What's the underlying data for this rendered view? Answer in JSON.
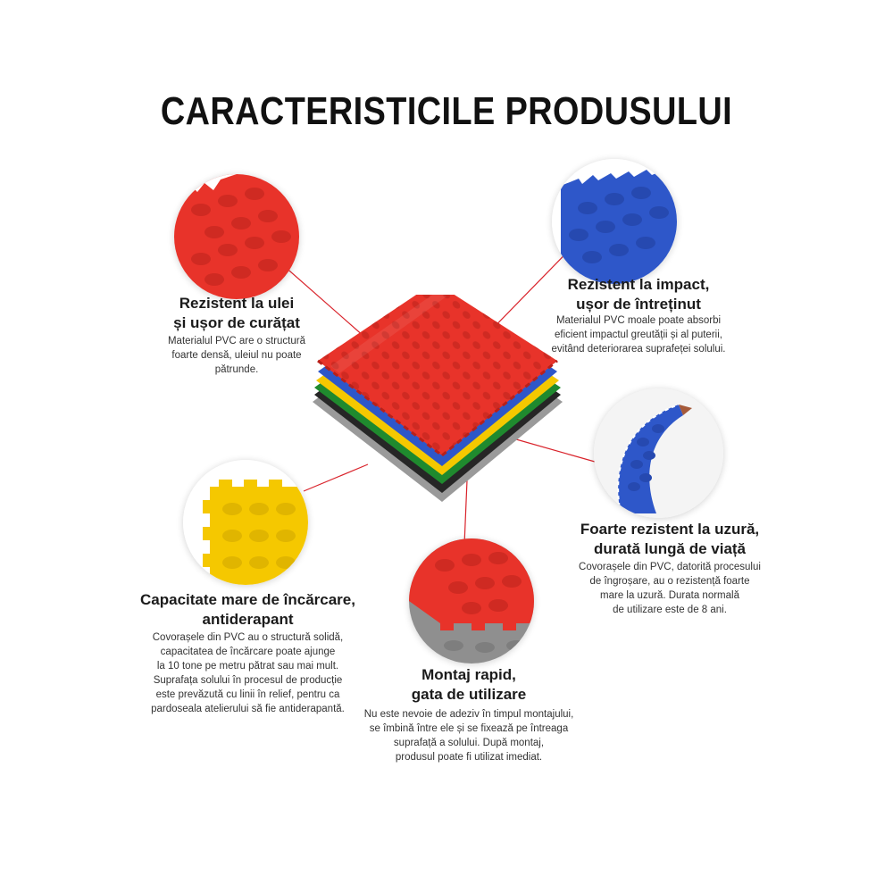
{
  "title": "CARACTERISTICILE PRODUSULUI",
  "features": [
    {
      "heading": "Rezistent la ulei\nși ușor de curățat",
      "body": "Materialul PVC are o structură\nfoarte densă, uleiul nu poate\npătrunde.",
      "color": "#e8332a"
    },
    {
      "heading": "Rezistent la impact,\nușor de întreținut",
      "body": "Materialul PVC moale poate absorbi\neficient impactul greutății și al puterii,\nevitând deteriorarea suprafeței solului.",
      "color": "#2e57c9"
    },
    {
      "heading": "Foarte rezistent la uzură,\ndurată lungă de viață",
      "body": "Covorașele din PVC, datorită procesului\nde îngroșare, au o rezistență foarte\nmare la uzură. Durata normală\nde utilizare este de 8 ani.",
      "color": "#2f5cc4"
    },
    {
      "heading": "Capacitate mare de încărcare,\nantiderapant",
      "body": "Covorașele din PVC au o structură solidă,\ncapacitatea de încărcare poate ajunge\nla 10 tone pe metru pătrat sau mai mult.\nSuprafața solului în procesul de producție\neste prevăzută cu linii în relief, pentru ca\npardoseala atelierului să fie antiderapantă.",
      "color": "#f5c800"
    },
    {
      "heading": "Montaj rapid,\ngata de utilizare",
      "body": "Nu este nevoie de adeziv în timpul montajului,\nse îmbină între ele și se fixează pe întreaga\nsuprafață a solului. După montaj,\nprodusul poate fi utilizat imediat.",
      "color": "#e8332a"
    }
  ],
  "colors": {
    "red": "#e8332a",
    "blue": "#2e57c9",
    "yellow": "#f5c800",
    "green": "#1f8a2e",
    "black": "#222222",
    "grey": "#9a9a9a",
    "connector": "#d9232b"
  }
}
